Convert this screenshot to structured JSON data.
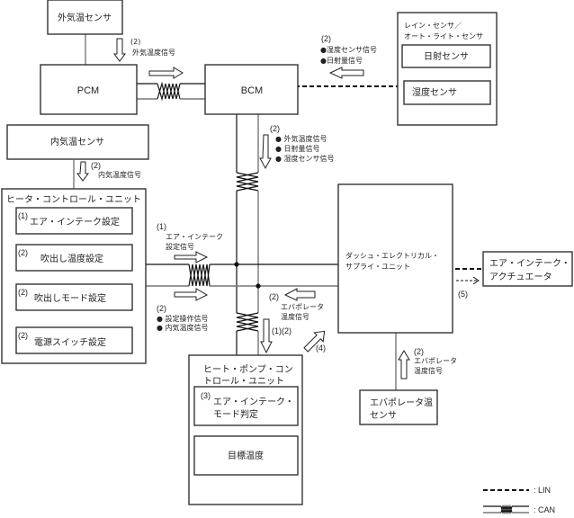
{
  "nodes": {
    "outside_temp_sensor": "外気温センサ",
    "pcm": "PCM",
    "bcm": "BCM",
    "rain_sensor_title_1": "レイン・センサ／",
    "rain_sensor_title_2": "オート・ライト・センサ",
    "solar_sensor": "日射センサ",
    "humidity_sensor": "湿度センサ",
    "inside_temp_sensor": "内気温センサ",
    "heater_control_unit": "ヒータ・コントロール・ユニット",
    "hcu_items": [
      {
        "num": "(1)",
        "label": "エア・インテーク設定"
      },
      {
        "num": "(2)",
        "label": "吹出し温度設定"
      },
      {
        "num": "(2)",
        "label": "吹出しモード設定"
      },
      {
        "num": "(2)",
        "label": "電源スイッチ設定"
      }
    ],
    "heat_pump_title_1": "ヒート・ポンプ・コン",
    "heat_pump_title_2": "トロール・ユニット",
    "hp_item1_num": "(3)",
    "hp_item1_line1": "エア・インテーク・",
    "hp_item1_line2": "モード判定",
    "hp_item2": "目標温度",
    "desu_line1": "ダッシュ・エレクトリカル・",
    "desu_line2": "サプライ・ユニット",
    "actuator_line1": "エア・インテーク・",
    "actuator_line2": "アクチュエータ",
    "evap_sensor_line1": "エバポレータ温",
    "evap_sensor_line2": "センサ"
  },
  "signals": {
    "outside_temp": {
      "num": "(2)",
      "label": "外気温度信号"
    },
    "rain_to_bcm": {
      "num": "(2)",
      "items": [
        "●湿度センサ信号",
        "●日射量信号"
      ]
    },
    "bcm_down": {
      "num": "(2)",
      "items": [
        "● 外気温度信号",
        "● 日射量信号",
        "● 湿度センサ信号"
      ]
    },
    "inside_temp": {
      "num": "(2)",
      "label": "内気温度信号"
    },
    "air_intake": {
      "num": "(1)",
      "line1": "エア・インテーク",
      "line2": "設定信号"
    },
    "setting_op": {
      "num": "(2)",
      "items": [
        "● 設定操作信号",
        "● 内気温度信号"
      ]
    },
    "evap_left": {
      "num": "(2)",
      "line1": "エバポレータ",
      "line2": "温度信号"
    },
    "to_heat_pump": {
      "num": "(1)(2)"
    },
    "diag": {
      "num": "(4)"
    },
    "to_actuator": {
      "num": "(5)"
    },
    "evap_up": {
      "num": "(2)",
      "line1": "エバポレータ",
      "line2": "温度信号"
    }
  },
  "legend": {
    "lin": ": LIN",
    "can": ": CAN"
  }
}
